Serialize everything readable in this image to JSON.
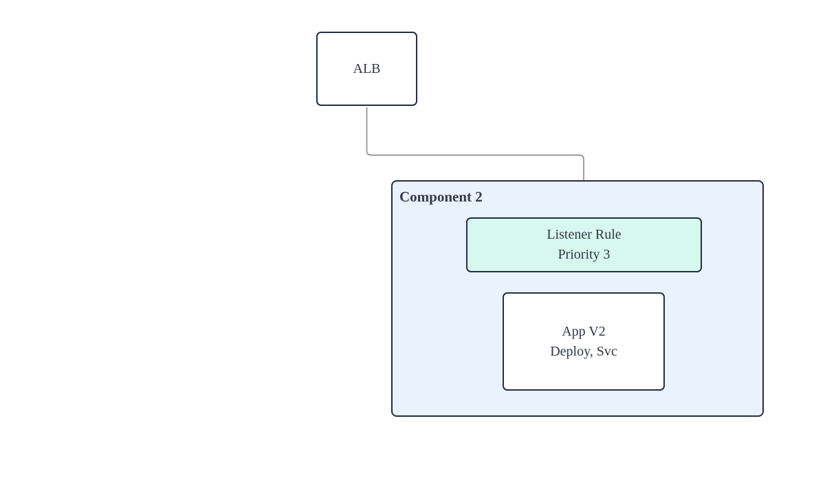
{
  "diagram": {
    "title": "ALB to Component 2 routing diagram",
    "background_color": "#ffffff",
    "nodes": [
      {
        "id": "alb",
        "label": "ALB",
        "lines": [
          "ALB"
        ],
        "fill": "#ffffff",
        "border_color": "#232f3e",
        "shape": "rounded-rectangle"
      },
      {
        "id": "listener-rule",
        "label": "Listener Rule Priority 3",
        "lines": [
          "Listener Rule",
          "Priority 3"
        ],
        "fill": "#d7f8ef",
        "border_color": "#232f3e",
        "shape": "rounded-rectangle"
      },
      {
        "id": "app-v2",
        "label": "App V2 Deploy, Svc",
        "lines": [
          "App V2",
          "Deploy, Svc"
        ],
        "fill": "#ffffff",
        "border_color": "#232f3e",
        "shape": "rounded-rectangle"
      }
    ],
    "groups": [
      {
        "id": "component-2",
        "title": "Component 2",
        "fill": "#eaf2fe",
        "border_color": "#232f3e"
      }
    ],
    "edges": [
      {
        "id": "alb-to-listener-rule",
        "from": "alb",
        "to": "listener-rule",
        "label": "",
        "style": "orthogonal",
        "color": "#8a8f99",
        "arrowhead": "filled-triangle",
        "arrowhead_color": "#333b47"
      },
      {
        "id": "listener-rule-to-app-v2",
        "from": "listener-rule",
        "to": "app-v2",
        "label": "",
        "style": "straight",
        "color": "#8a8f99",
        "arrowhead": "filled-triangle",
        "arrowhead_color": "#333b47"
      }
    ],
    "colors": {
      "node_border": "#232f3e",
      "node_text": "#303742",
      "group_fill": "#eaf2fe",
      "group_title_text": "#353c48",
      "accent_fill": "#d7f8ef",
      "edge_line": "#8a8f99",
      "arrowhead": "#333b47"
    }
  }
}
